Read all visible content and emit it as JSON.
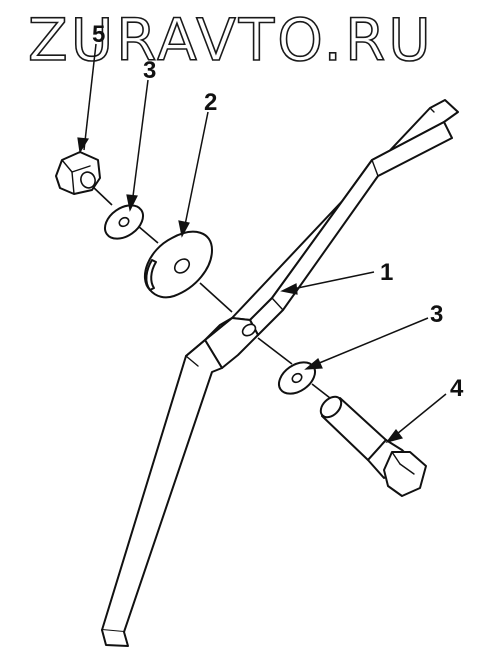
{
  "watermark": "ZURAVTO.RU",
  "callouts": {
    "n1": "1",
    "n2": "2",
    "n3_upper": "3",
    "n3_lower": "3",
    "n4": "4",
    "n5": "5"
  },
  "colors": {
    "line": "#111111",
    "background": "#ffffff"
  }
}
